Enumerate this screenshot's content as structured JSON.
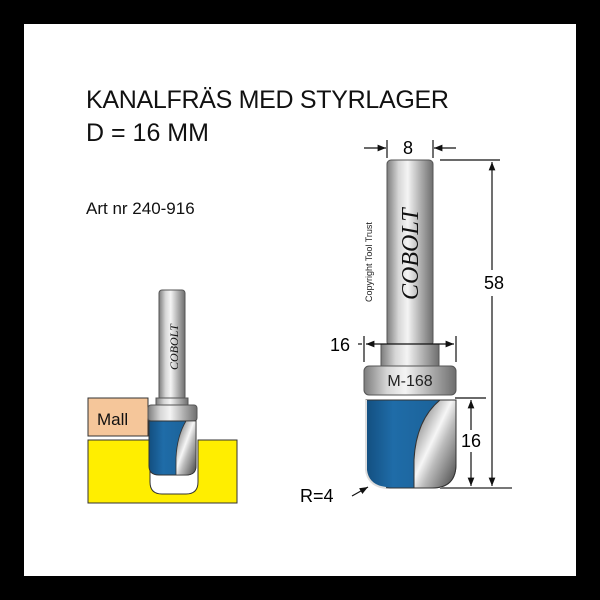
{
  "title": {
    "line1": "KANALFRÄS MED STYRLAGER",
    "line2": "D = 16 MM"
  },
  "article": "Art nr 240-916",
  "tool": {
    "brand": "COBOLT",
    "copyright": "Copyright Tool Trust",
    "bearing_label": "M-168"
  },
  "dimensions": {
    "shank_diameter": "8",
    "bearing_diameter": "16",
    "total_length": "58",
    "cutting_length": "16",
    "radius": "R=4"
  },
  "usage_illustration": {
    "template_label": "Mall"
  },
  "colors": {
    "border": "#000000",
    "background": "#ffffff",
    "cutter_blue": "#1e6aa5",
    "workpiece_yellow": "#ffee00",
    "template_tan": "#f5c69a",
    "steel": "#b8b8b8"
  }
}
